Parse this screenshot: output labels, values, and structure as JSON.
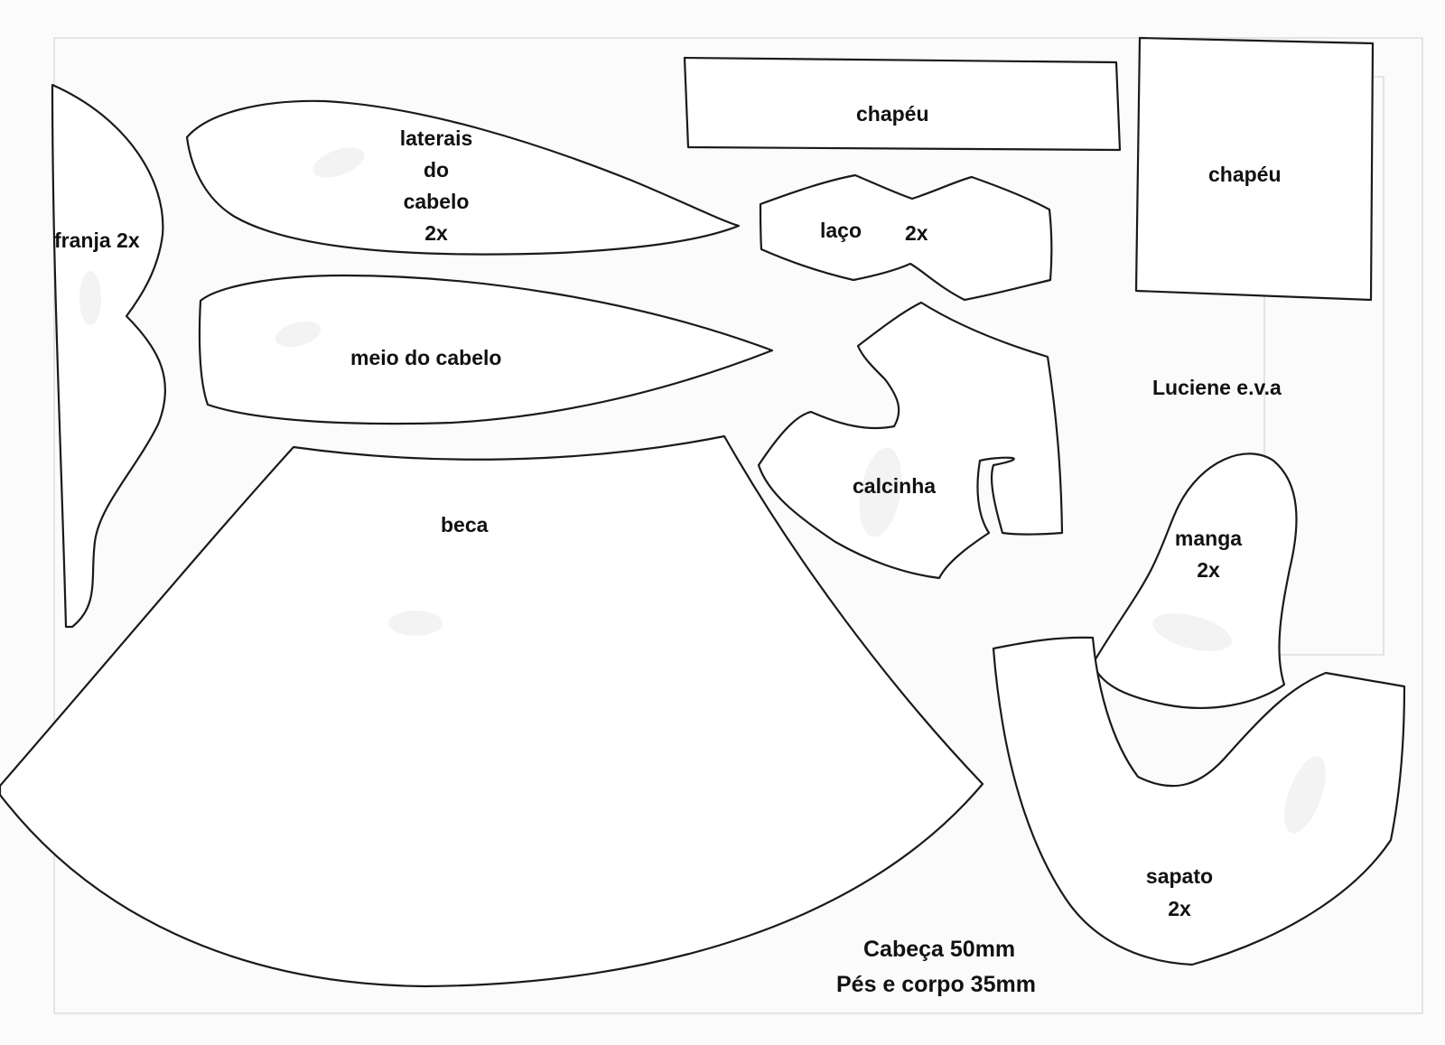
{
  "colors": {
    "ink": "#1a1a1a",
    "paper": "#fbfbfb",
    "ghost": "#d6d6d6"
  },
  "pieces": {
    "franja": {
      "label": "franja 2x"
    },
    "laterais": {
      "lines": [
        "laterais",
        "do",
        "cabelo",
        "2x"
      ]
    },
    "meio": {
      "label": "meio do cabelo"
    },
    "chapeu_band": {
      "label": "chapéu"
    },
    "chapeu_square": {
      "label": "chapéu"
    },
    "laco": {
      "label": "laço",
      "count": "2x"
    },
    "calcinha": {
      "label": "calcinha"
    },
    "beca": {
      "label": "beca"
    },
    "manga": {
      "lines": [
        "manga",
        "2x"
      ]
    },
    "sapato": {
      "lines": [
        "sapato",
        "2x"
      ]
    }
  },
  "signature": "Luciene e.v.a",
  "notes": [
    "Cabeça 50mm",
    "Pés e corpo 35mm"
  ]
}
